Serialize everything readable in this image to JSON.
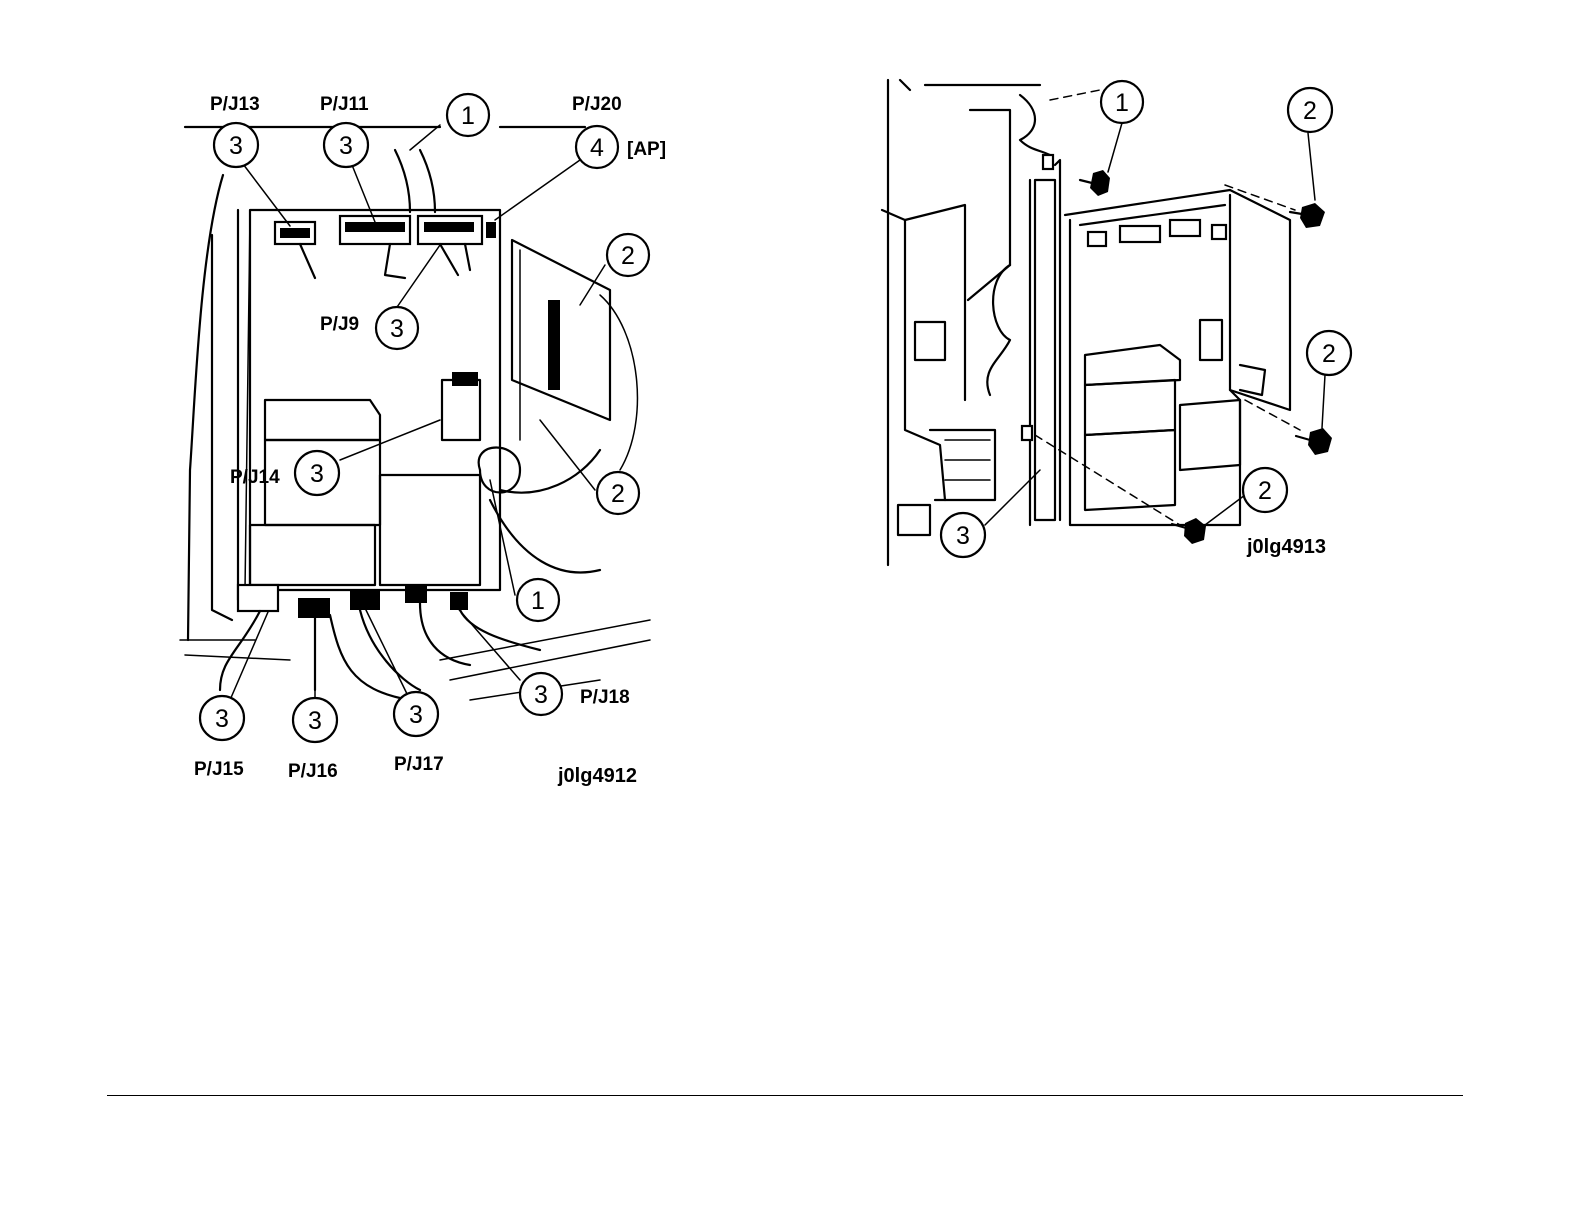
{
  "figure_left": {
    "caption": "j0lg4912",
    "connector_labels": {
      "pj13": "P/J13",
      "pj11": "P/J11",
      "pj20": "P/J20",
      "ap": "[AP]",
      "pj9": "P/J9",
      "pj14": "P/J14",
      "pj18": "P/J18",
      "pj15": "P/J15",
      "pj16": "P/J16",
      "pj17": "P/J17"
    },
    "callouts": {
      "c1_top": "1",
      "c3_pj13": "3",
      "c3_pj11": "3",
      "c4_pj20": "4",
      "c2_top": "2",
      "c3_pj9": "3",
      "c3_pj14": "3",
      "c2_mid": "2",
      "c1_mid": "1",
      "c3_pj15": "3",
      "c3_pj16": "3",
      "c3_pj17": "3",
      "c3_pj18": "3"
    }
  },
  "figure_right": {
    "caption": "j0lg4913",
    "callouts": {
      "c1": "1",
      "c2_top": "2",
      "c2_mid": "2",
      "c2_bottom": "2",
      "c3": "3"
    }
  }
}
